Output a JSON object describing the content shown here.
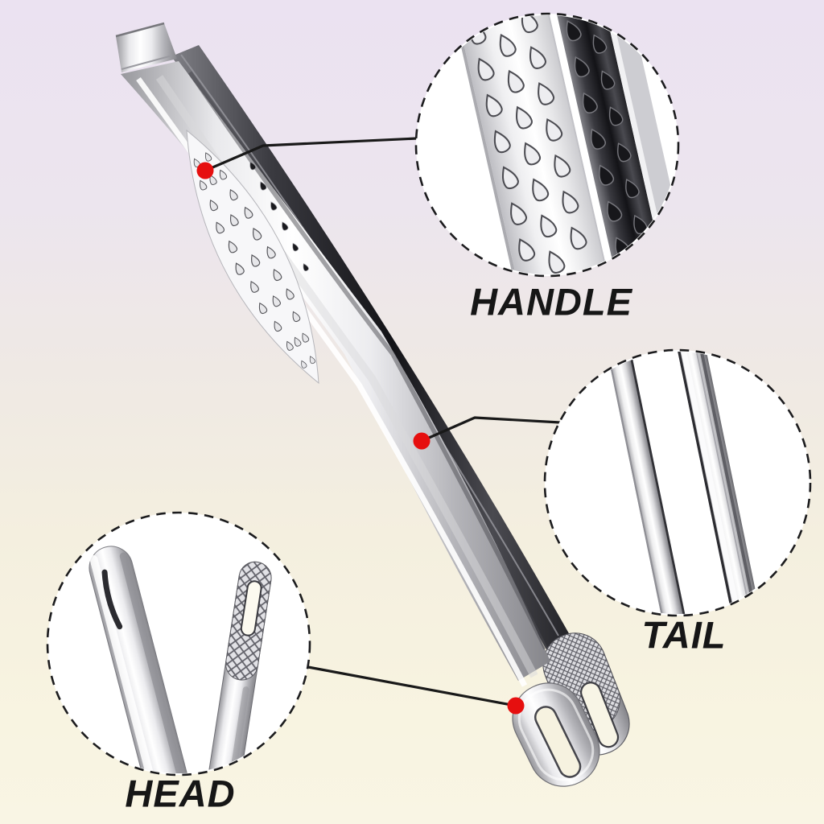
{
  "callouts": [
    {
      "id": "handle",
      "label": "HANDLE"
    },
    {
      "id": "tail",
      "label": "TAIL"
    },
    {
      "id": "head",
      "label": "HEAD"
    }
  ],
  "markers": {
    "color": "#e60f0f",
    "count": 3
  },
  "style": {
    "background_top": "#ebe2f1",
    "background_bottom": "#f8f4e1",
    "connector_color": "#191919",
    "label_color": "#161616",
    "circle_border": "#1c1c1e",
    "circle_fill": "#ffffff"
  }
}
